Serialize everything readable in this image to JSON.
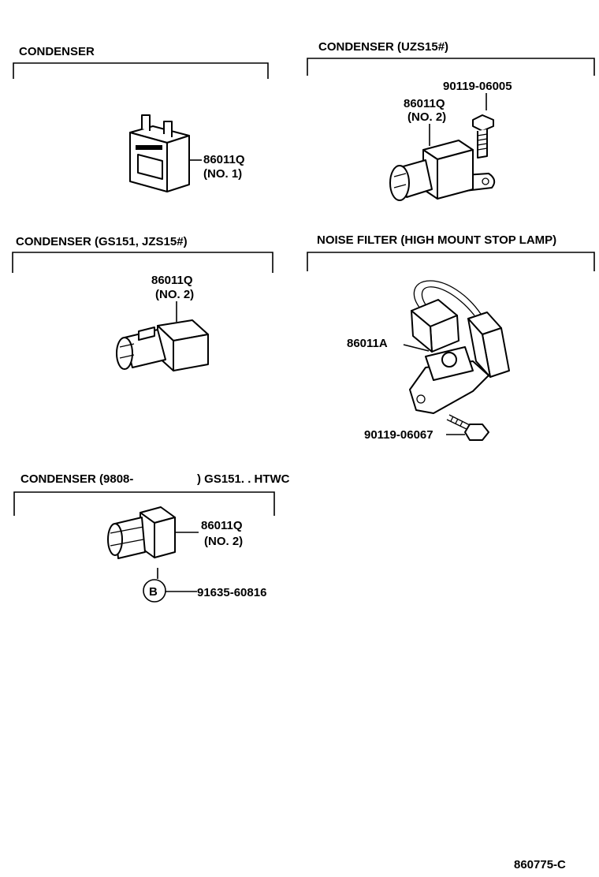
{
  "sections": [
    {
      "title": "CONDENSER",
      "part_number": "86011Q",
      "part_note": "(NO. 1)"
    },
    {
      "title": "CONDENSER (UZS15#)",
      "part_number": "86011Q",
      "part_note": "(NO. 2)",
      "bolt_number": "90119-06005"
    },
    {
      "title": "CONDENSER (GS151, JZS15#)",
      "part_number": "86011Q",
      "part_note": "(NO. 2)"
    },
    {
      "title": "NOISE FILTER (HIGH MOUNT STOP LAMP)",
      "part_number": "86011A",
      "bolt_number": "90119-06067"
    },
    {
      "title_start": "CONDENSER  (9808-",
      "title_end": ") GS151. . HTWC",
      "part_number": "86011Q",
      "part_note": "(NO. 2)",
      "callout_letter": "B",
      "callout_number": "91635-60816"
    }
  ],
  "diagram_code": "860775-C"
}
